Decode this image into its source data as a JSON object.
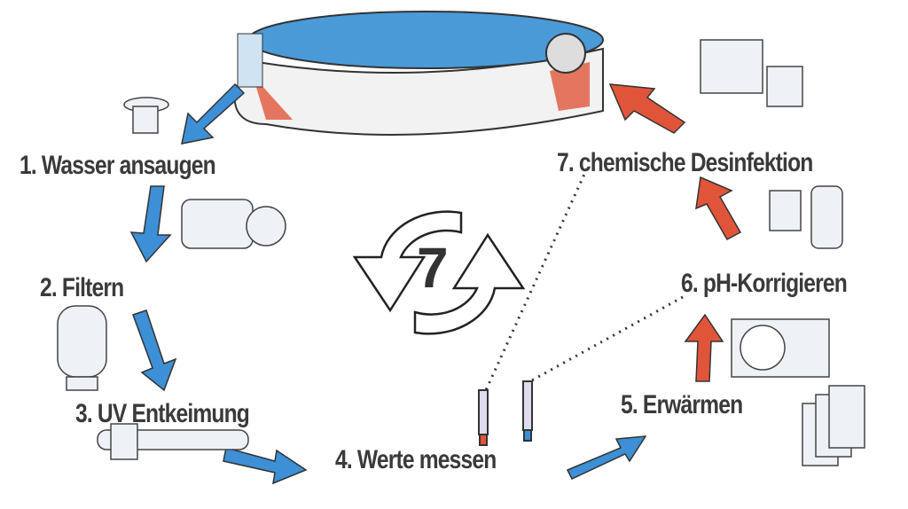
{
  "title_number": "7",
  "steps": [
    {
      "label": "1. Wasser ansaugen"
    },
    {
      "label": "2. Filtern"
    },
    {
      "label": "3. UV Entkeimung"
    },
    {
      "label": "4. Werte messen"
    },
    {
      "label": "5. Erwärmen"
    },
    {
      "label": "6. pH-Korrigieren"
    },
    {
      "label": "7. chemische Desinfektion"
    }
  ],
  "colors": {
    "flow_blue": "#3d8fd6",
    "flow_red": "#e0553a",
    "text": "#3a3a3a"
  }
}
